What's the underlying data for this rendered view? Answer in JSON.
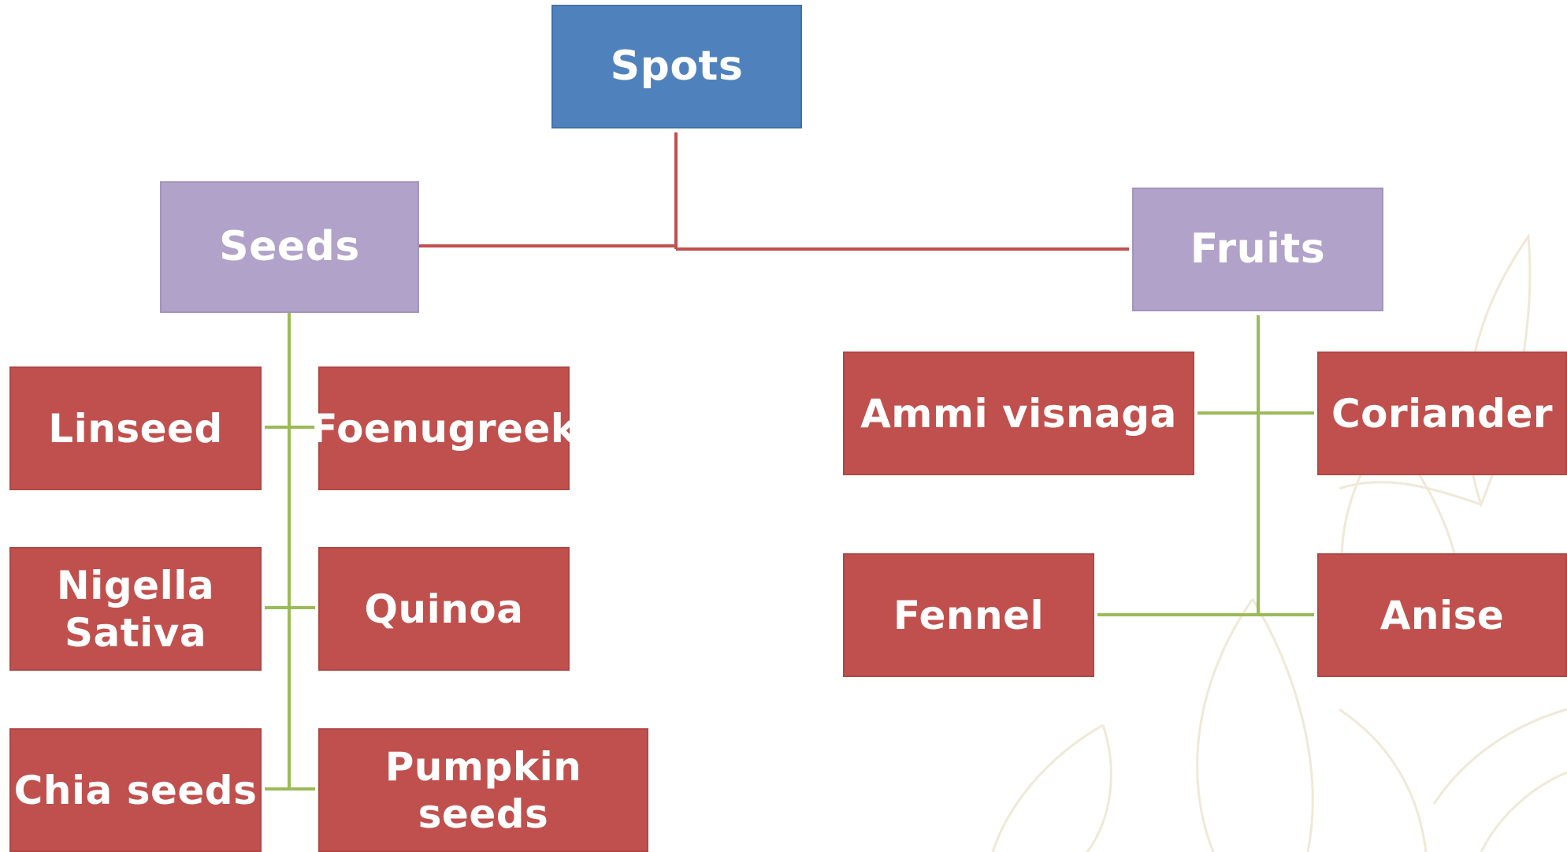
{
  "diagram": {
    "root": {
      "label": "Spots"
    },
    "categories": [
      {
        "label": "Seeds",
        "items": [
          "Linseed",
          "Foenugreek",
          "Nigella\nSativa",
          "Quinoa",
          "Chia seeds",
          "Pumpkin seeds"
        ]
      },
      {
        "label": "Fruits",
        "items": [
          "Ammi visnaga",
          "Coriander",
          "Fennel",
          "Anise"
        ]
      }
    ]
  },
  "colors": {
    "root_fill": "#4f81bd",
    "category_fill": "#b1a2c9",
    "item_fill": "#c0504d",
    "root_connector": "#c0504d",
    "item_connector": "#9bbb59",
    "background_ornament": "#efe9d6"
  }
}
